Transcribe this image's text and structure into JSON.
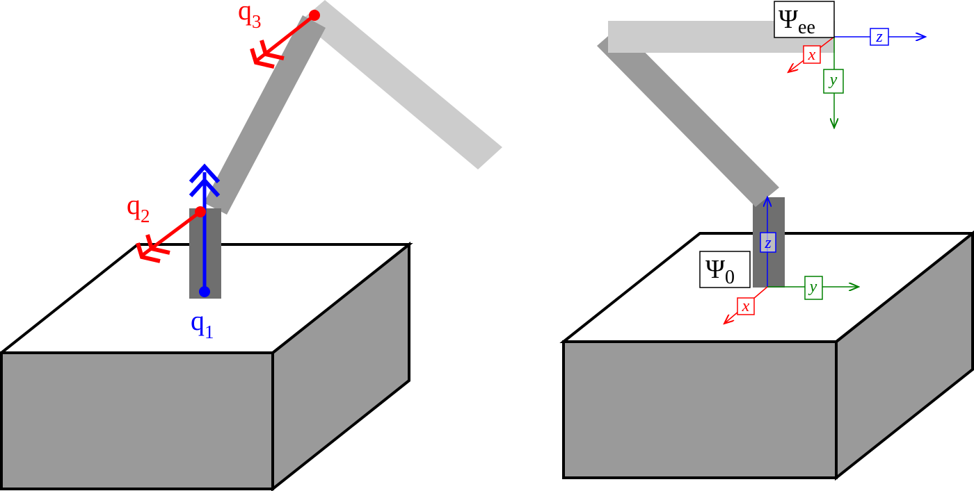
{
  "colors": {
    "base_dark": "#9a9a9a",
    "base_top": "#ffffff",
    "link_dark": "#6f6f6f",
    "link_mid": "#9a9a9a",
    "link_light": "#cccccc",
    "joint_revolute": "#ff0000",
    "joint_prismatic": "#0000ff",
    "axis_x": "#ff0000",
    "axis_y": "#008000",
    "axis_z": "#0000ff"
  },
  "left_figure": {
    "joints": [
      {
        "symbol": "q",
        "index": "1",
        "type": "prismatic",
        "color": "#0000ff"
      },
      {
        "symbol": "q",
        "index": "2",
        "type": "revolute",
        "color": "#ff0000"
      },
      {
        "symbol": "q",
        "index": "3",
        "type": "revolute",
        "color": "#ff0000"
      }
    ]
  },
  "right_figure": {
    "frames": [
      {
        "symbol": "Ψ",
        "subscript": "0",
        "axes": {
          "x": "x",
          "y": "y",
          "z": "z"
        }
      },
      {
        "symbol": "Ψ",
        "subscript": "ee",
        "axes": {
          "x": "x",
          "y": "y",
          "z": "z"
        }
      }
    ]
  }
}
